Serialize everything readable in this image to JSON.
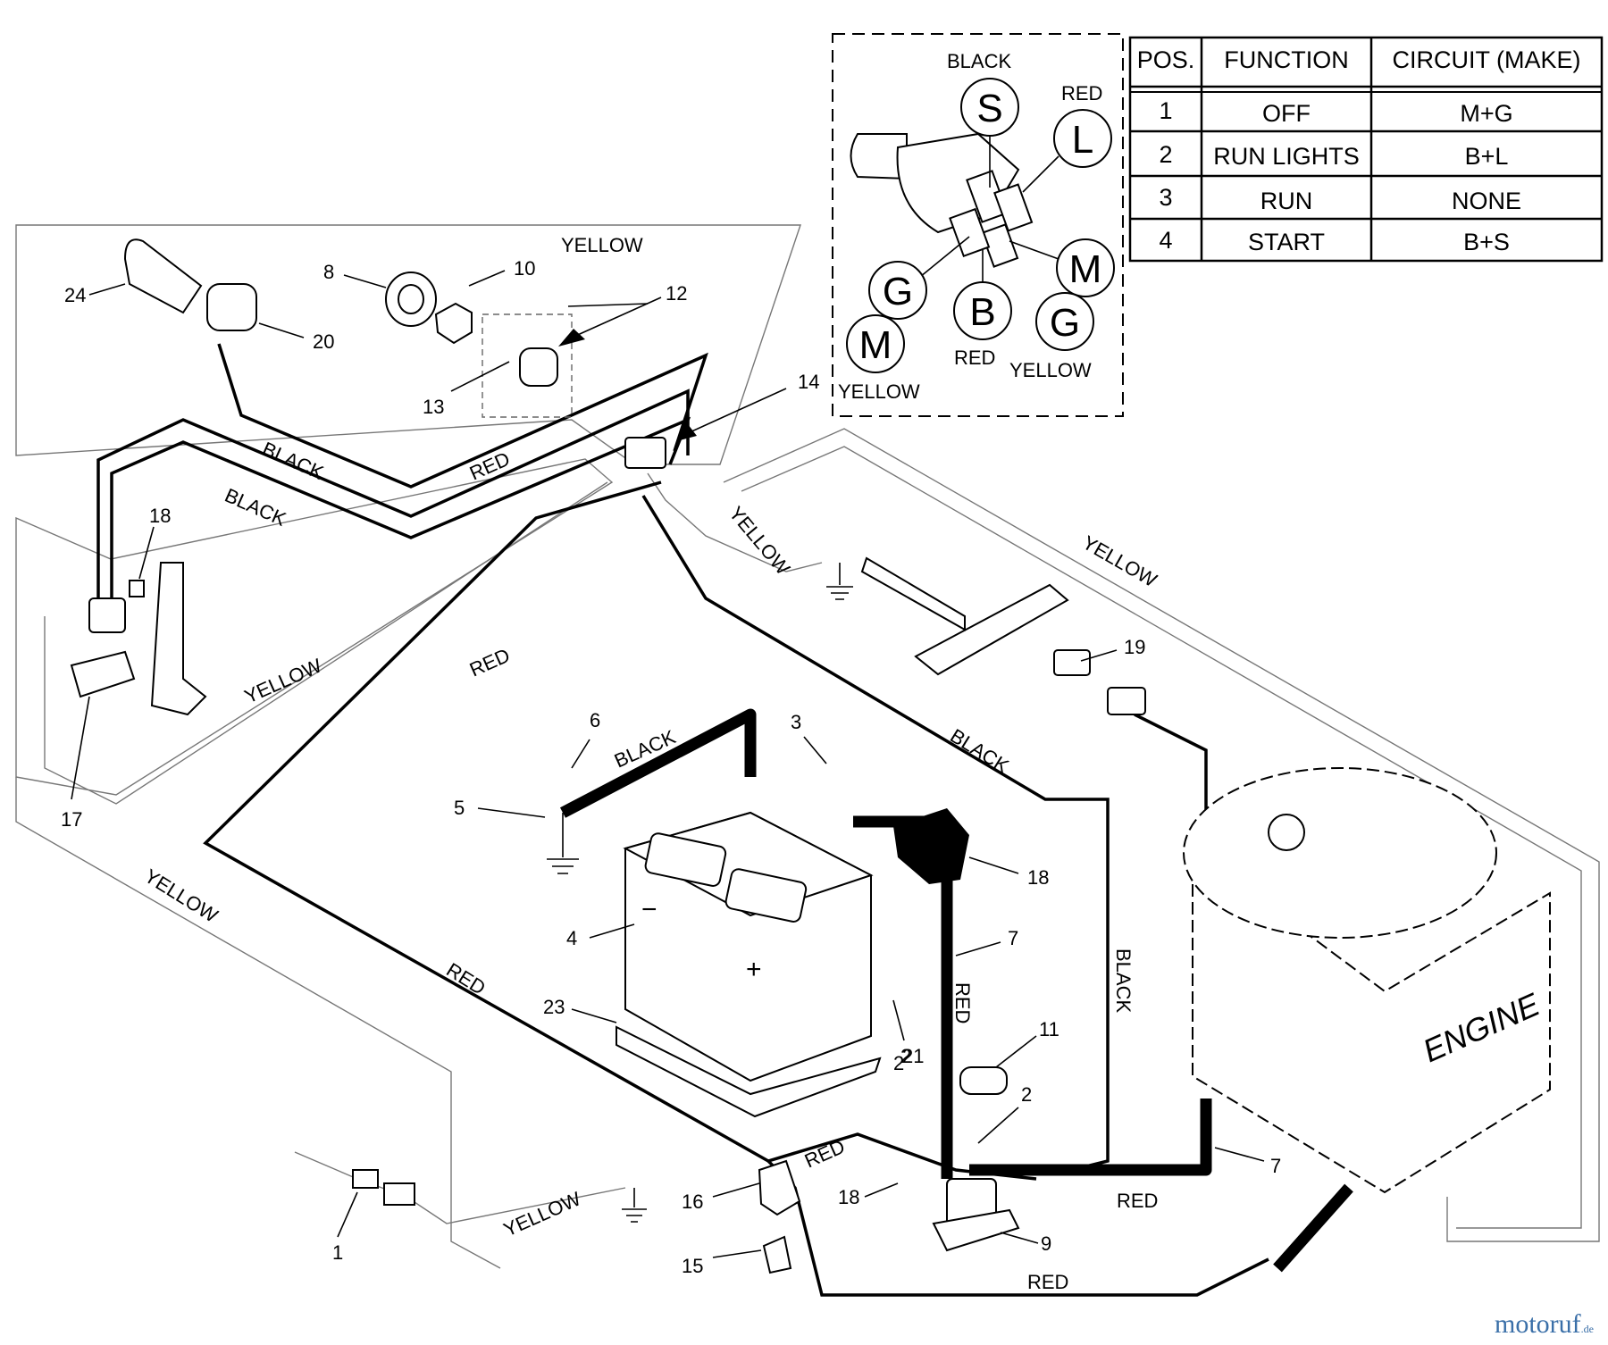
{
  "switch_diagram": {
    "terminals": [
      {
        "letter": "S",
        "color": "BLACK"
      },
      {
        "letter": "L",
        "color": "RED"
      },
      {
        "letter": "M",
        "color": ""
      },
      {
        "letter": "G",
        "color": "YELLOW"
      },
      {
        "letter": "B",
        "color": "RED"
      },
      {
        "letter": "G",
        "color": ""
      },
      {
        "letter": "M",
        "color": "YELLOW"
      }
    ]
  },
  "table": {
    "headers": [
      "POS.",
      "FUNCTION",
      "CIRCUIT (MAKE)"
    ],
    "rows": [
      [
        "1",
        "OFF",
        "M+G"
      ],
      [
        "2",
        "RUN LIGHTS",
        "B+L"
      ],
      [
        "3",
        "RUN",
        "NONE"
      ],
      [
        "4",
        "START",
        "B+S"
      ]
    ]
  },
  "wire_labels": {
    "yellow": "YELLOW",
    "black": "BLACK",
    "red": "RED"
  },
  "engine_label": "ENGINE",
  "part_numbers": [
    "1",
    "2",
    "2",
    "2",
    "3",
    "4",
    "5",
    "6",
    "7",
    "7",
    "8",
    "9",
    "10",
    "11",
    "12",
    "13",
    "14",
    "15",
    "16",
    "17",
    "18",
    "18",
    "19",
    "20",
    "21",
    "22",
    "23",
    "24"
  ],
  "battery_marks": {
    "neg": "−",
    "pos": "+"
  },
  "watermark": {
    "brand": "motoruf",
    "tld": ".de"
  }
}
